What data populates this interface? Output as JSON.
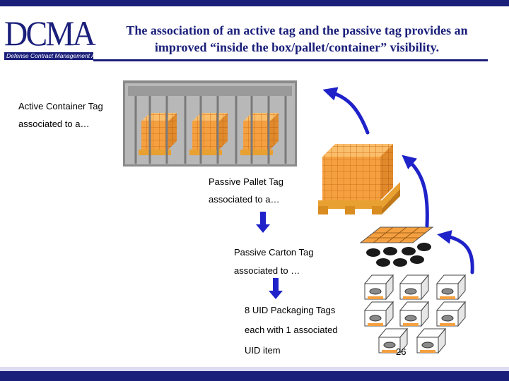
{
  "header": {
    "logo_text": "DCMA",
    "logo_subtitle": "Defense Contract Management Agency",
    "title_line1": "The association of an active tag and the passive tag provides an",
    "title_line2": "improved “inside the box/pallet/container” visibility."
  },
  "labels": {
    "container_line1": "Active Container Tag",
    "container_line2": "associated to a…",
    "pallet_line1": "Passive Pallet Tag",
    "pallet_line2": "associated to a…",
    "carton_line1": "Passive Carton Tag",
    "carton_line2": "associated to …",
    "uid_line1": "8 UID Packaging Tags",
    "uid_line2": "each with 1 associated",
    "uid_line3": "UID item"
  },
  "page_number": "26",
  "colors": {
    "brand_navy": "#1a1f7a",
    "box_orange": "#f5a040",
    "arrow_blue": "#1f22c8"
  }
}
